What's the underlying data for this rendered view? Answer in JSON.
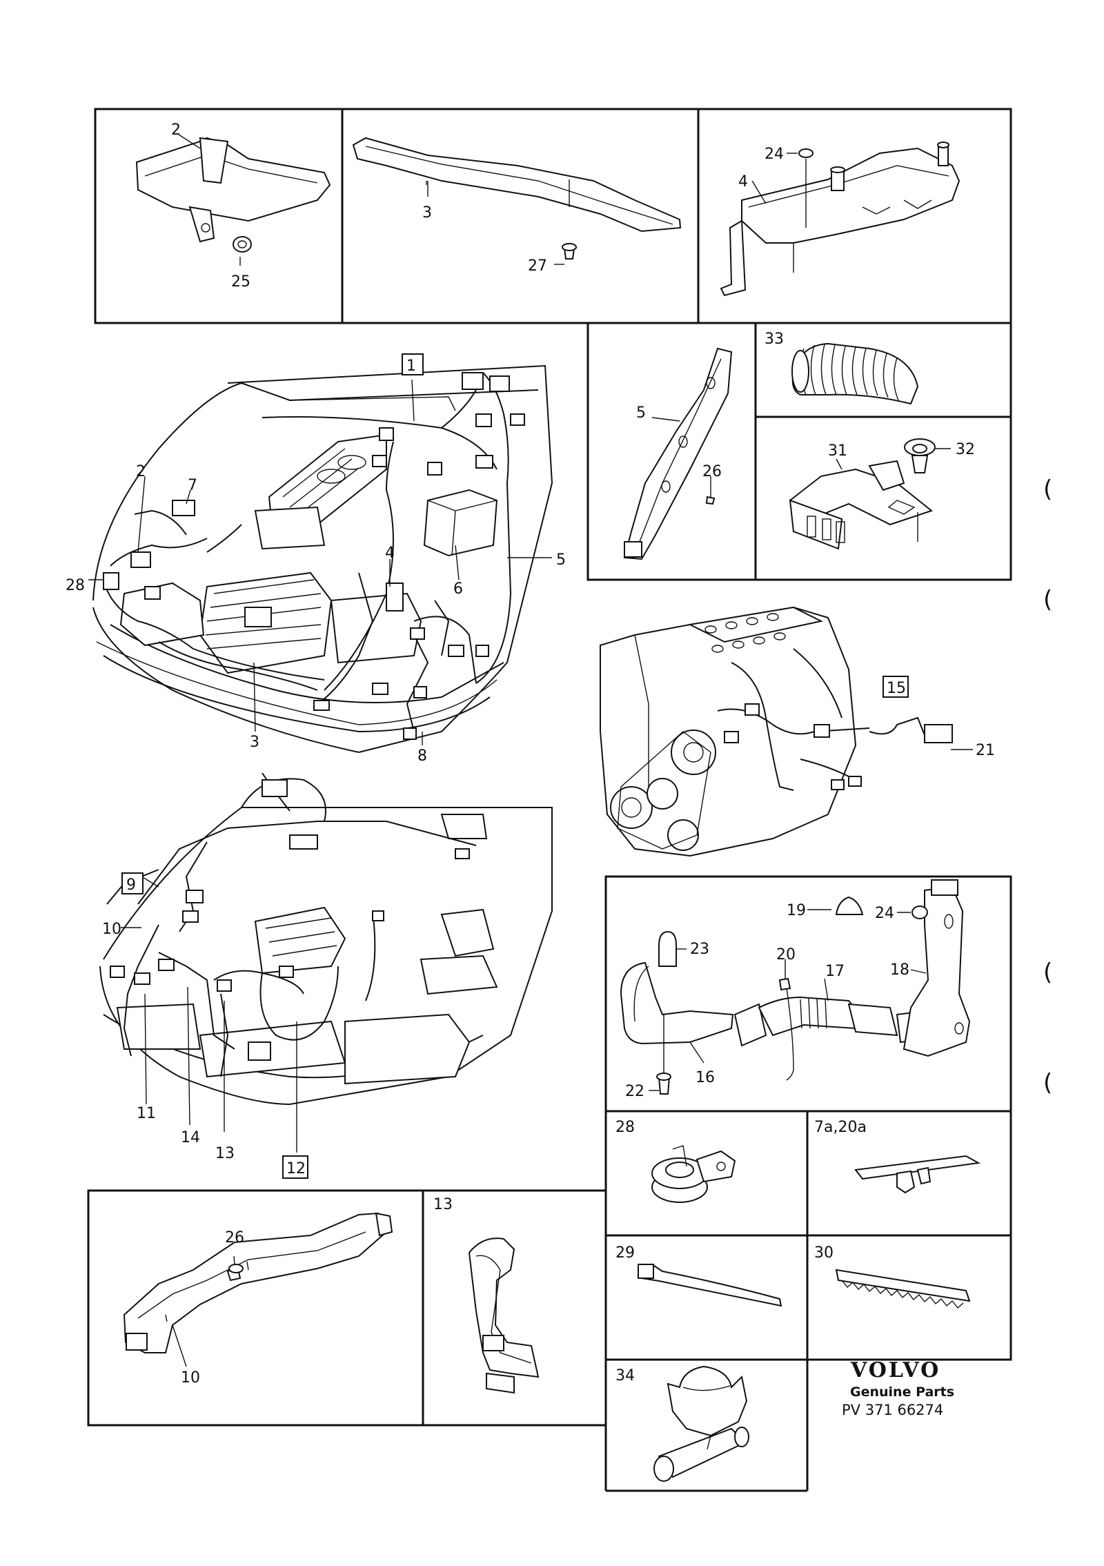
{
  "labels": {
    "p2a": "2",
    "p25": "25",
    "p3a": "3",
    "p27": "27",
    "p24a": "24",
    "p4a": "4",
    "p33": "33",
    "p5a": "5",
    "p26a": "26",
    "p31": "31",
    "p32": "32",
    "b1": "1",
    "p2b": "2",
    "p7": "7",
    "p28a": "28",
    "p4b": "4",
    "p6": "6",
    "p5b": "5",
    "p3b": "3",
    "p8": "8",
    "b15": "15",
    "p21": "21",
    "b9": "9",
    "p10a": "10",
    "p11": "11",
    "p14": "14",
    "p13a": "13",
    "b12": "12",
    "p19": "19",
    "p24b": "24",
    "p23": "23",
    "p20": "20",
    "p17": "17",
    "p18": "18",
    "p22": "22",
    "p16": "16",
    "p28b": "28",
    "p7a20a": "7a,20a",
    "p29": "29",
    "p30": "30",
    "p34": "34",
    "p26b": "26",
    "p10b": "10",
    "p13b": "13"
  },
  "margin_marks": [
    "(",
    "(",
    "(",
    "("
  ],
  "footer": {
    "brand": "VOLVO",
    "subtitle": "Genuine Parts",
    "ref": "PV 371 66274"
  }
}
